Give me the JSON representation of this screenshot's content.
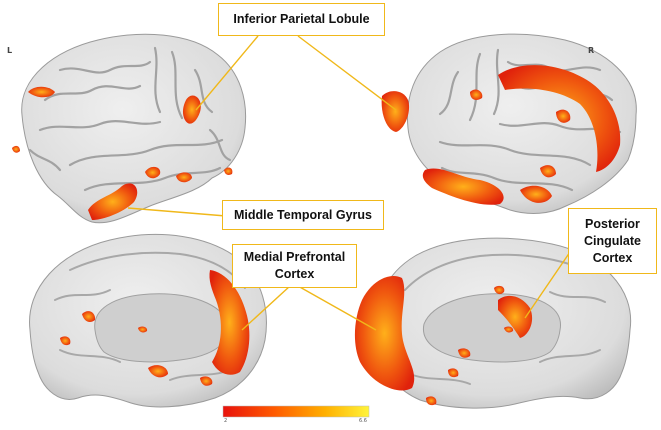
{
  "hemisphere_labels": {
    "left": "L",
    "right": "R"
  },
  "annotations": {
    "ipl": "Inferior Parietal Lobule",
    "mtg": "Middle Temporal Gyrus",
    "mpfc_line1": "Medial Prefrontal",
    "mpfc_line2": "Cortex",
    "pcc_line1": "Posterior",
    "pcc_line2": "Cingulate",
    "pcc_line3": "Cortex"
  },
  "colorbar": {
    "min": "2",
    "max": "6.6",
    "colors": [
      "#e8120c",
      "#ff6a00",
      "#ffb300",
      "#fff13a"
    ]
  },
  "colors": {
    "cortex": "#e1e1e1",
    "sulcus": "#a9a9a9",
    "medial_wall": "#cfcfcf",
    "activation_low": "#e5280e",
    "activation_mid": "#f26a12",
    "activation_high": "#ffc21a",
    "callout": "#f0b81a"
  }
}
